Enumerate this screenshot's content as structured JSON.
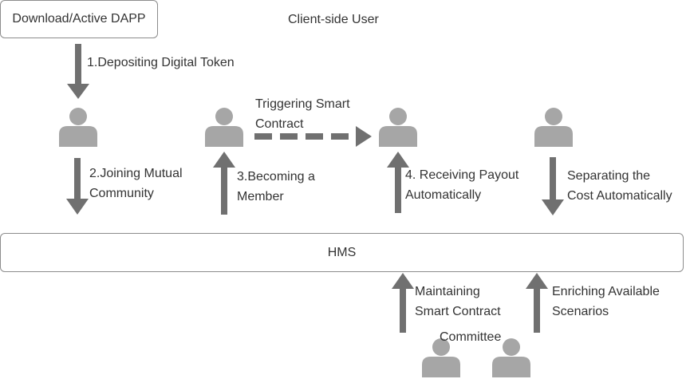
{
  "dapp_box": {
    "label": "Download/Active DAPP"
  },
  "title": "Client-side User",
  "hms_box": {
    "label": "HMS"
  },
  "steps": {
    "depositing": "1.Depositing Digital Token",
    "joining": [
      "2.Joining Mutual",
      "Community"
    ],
    "becoming": [
      "3.Becoming a",
      "Member"
    ],
    "triggering": [
      "Triggering Smart",
      "Contract"
    ],
    "receiving": [
      "4. Receiving Payout",
      "Automatically"
    ],
    "separating": [
      "Separating the",
      "Cost Automatically"
    ],
    "maintaining": [
      "Maintaining",
      "Smart Contract"
    ],
    "enriching": [
      "Enriching Available",
      "Scenarios"
    ]
  },
  "committee_label": "Committee",
  "colors": {
    "figure": "#a6a6a6",
    "arrow": "#707070",
    "box_border": "#8c8c8c",
    "text": "#333333"
  },
  "icons": {
    "person": "user-silhouette-icon"
  }
}
